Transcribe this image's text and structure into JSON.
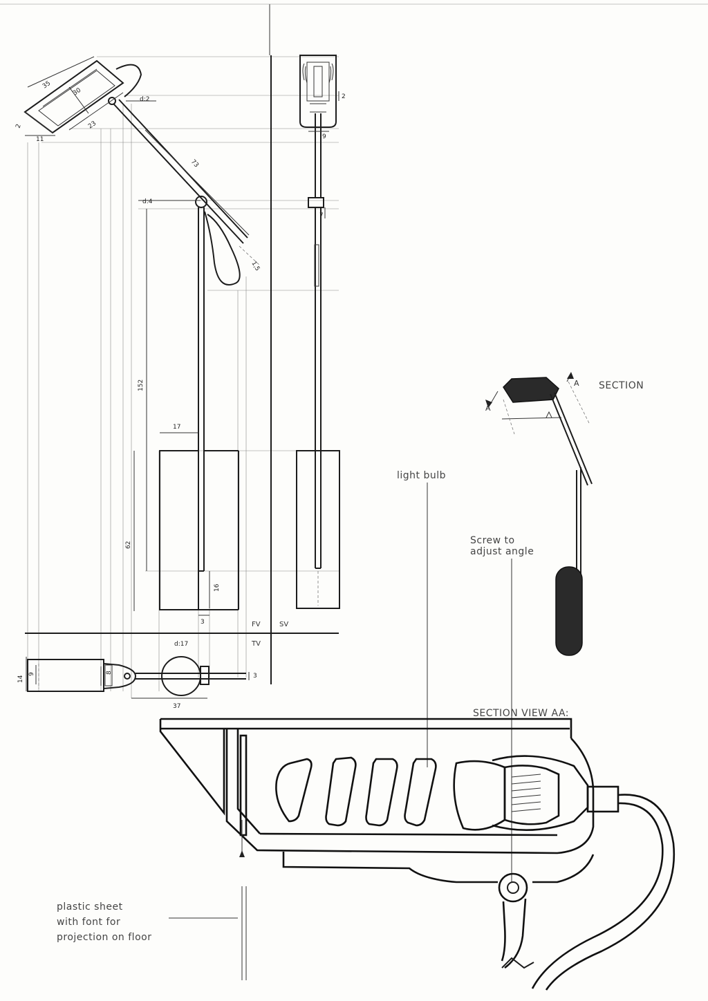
{
  "dimensions": {
    "d_35": "35",
    "d_30": "30",
    "d_23": "23",
    "d_11": "11",
    "d_2_left": "2",
    "d_1_5": "1,5",
    "d_head_pivot": "d:2",
    "d_73": "73",
    "d_joint": "d:4",
    "d_152": "152",
    "d_17": "17",
    "d_62": "62",
    "d_16": "16",
    "d_3": "3",
    "d_2_side": "2",
    "d_9_side": "9",
    "d_7_side": "7",
    "d_14_top": "14",
    "d_9_top": "9",
    "d_8_top": "8",
    "d_disc": "d:17",
    "d_37": "37",
    "d_3_top": "3"
  },
  "view_labels": {
    "fv": "FV",
    "sv": "SV",
    "tv": "TV"
  },
  "annotations": {
    "section": "SECTION",
    "section_a_top": "A",
    "section_a_left": "A",
    "light_bulb": "light bulb",
    "screw_line1": "Screw to",
    "screw_line2": "adjust angle",
    "section_view": "SECTION VIEW AA:",
    "plastic_line1": "plastic sheet",
    "plastic_line2": "with font for",
    "plastic_line3": "projection on floor"
  }
}
